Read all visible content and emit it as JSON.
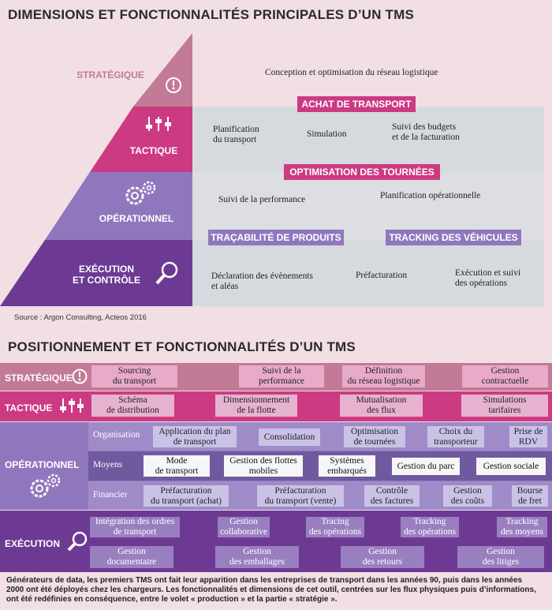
{
  "top": {
    "title": "DIMENSIONS ET FONCTIONNALITÉS PRINCIPALES D’UN TMS",
    "levels": {
      "strategique": "STRATÉGIQUE",
      "tactique": "TACTIQUE",
      "operationnel": "OPÉRATIONNEL",
      "execution_l1": "EXÉCUTION",
      "execution_l2": "ET CONTRÔLE"
    },
    "strategique_text": "Conception et optimisation du réseau logistique",
    "banner_achat": "ACHAT DE TRANSPORT",
    "tactique_items": [
      {
        "l1": "Planification",
        "l2": "du transport"
      },
      {
        "l1": "Simulation",
        "l2": ""
      },
      {
        "l1": "Suivi des budgets",
        "l2": "et de la facturation"
      }
    ],
    "banner_optim": "OPTIMISATION DES TOURNÉES",
    "operationnel_items": [
      "Suivi de la performance",
      "Planification opérationnelle"
    ],
    "banner_traca": "TRAÇABILITÉ DE PRODUITS",
    "banner_tracking": "TRACKING DES VÉHICULES",
    "execution_items": [
      {
        "l1": "Déclaration des évènements",
        "l2": "et aléas"
      },
      {
        "l1": "Préfacturation",
        "l2": ""
      },
      {
        "l1": "Exécution et suivi",
        "l2": "des opérations"
      }
    ],
    "source": "Source : Argon Consulting, Acteos 2016"
  },
  "bottom": {
    "title": "POSITIONNEMENT ET FONCTIONNALITÉS D’UN TMS",
    "strategique": {
      "label": "STRATÉGIQUE",
      "boxes": [
        {
          "l1": "Sourcing",
          "l2": "du transport"
        },
        {
          "l1": "Suivi de la",
          "l2": "performance"
        },
        {
          "l1": "Définition",
          "l2": "du réseau logistique"
        },
        {
          "l1": "Gestion",
          "l2": "contractuelle"
        }
      ]
    },
    "tactique": {
      "label": "TACTIQUE",
      "boxes": [
        {
          "l1": "Schéma",
          "l2": "de distribution"
        },
        {
          "l1": "Dimensionnement",
          "l2": "de la flotte"
        },
        {
          "l1": "Mutualisation",
          "l2": "des flux"
        },
        {
          "l1": "Simulations",
          "l2": "tarifaires"
        }
      ]
    },
    "operationnel": {
      "label": "OPÉRATIONNEL",
      "organisation": {
        "label": "Organisation",
        "boxes": [
          {
            "l1": "Application du plan",
            "l2": "de transport"
          },
          {
            "l1": "Consolidation",
            "l2": ""
          },
          {
            "l1": "Optimisation",
            "l2": "de tournées"
          },
          {
            "l1": "Choix du",
            "l2": "transporteur"
          },
          {
            "l1": "Prise de",
            "l2": "RDV"
          }
        ]
      },
      "moyens": {
        "label": "Moyens",
        "boxes": [
          {
            "l1": "Mode",
            "l2": "de transport"
          },
          {
            "l1": "Gestion des flottes",
            "l2": "mobiles"
          },
          {
            "l1": "Systèmes",
            "l2": "embarqués"
          },
          {
            "l1": "Gestion du parc",
            "l2": ""
          },
          {
            "l1": "Gestion sociale",
            "l2": ""
          }
        ]
      },
      "financier": {
        "label": "Financier",
        "boxes": [
          {
            "l1": "Préfacturation",
            "l2": "du transport (achat)"
          },
          {
            "l1": "Préfacturation",
            "l2": "du transport (vente)"
          },
          {
            "l1": "Contrôle",
            "l2": "des factures"
          },
          {
            "l1": "Gestion",
            "l2": "des coûts"
          },
          {
            "l1": "Bourse",
            "l2": "de fret"
          }
        ]
      }
    },
    "execution": {
      "label": "EXÉCUTION",
      "row1": [
        {
          "l1": "Intégration des ordres",
          "l2": "de transport"
        },
        {
          "l1": "Gestion",
          "l2": "collaborative"
        },
        {
          "l1": "Tracing",
          "l2": "des opérations"
        },
        {
          "l1": "Tracking",
          "l2": "des opérations"
        },
        {
          "l1": "Tracking",
          "l2": "des moyens"
        }
      ],
      "row2": [
        {
          "l1": "Gestion",
          "l2": "documentaire"
        },
        {
          "l1": "Gestion",
          "l2": "des emballages"
        },
        {
          "l1": "Gestion",
          "l2": "des retours"
        },
        {
          "l1": "Gestion",
          "l2": "des litiges"
        }
      ]
    }
  },
  "footnote": {
    "line1": "Générateurs de data, les premiers TMS ont fait leur apparition dans les entreprises de transport dans les années 90, puis dans les années",
    "line2": "2000 ont été déployés chez les chargeurs. Les fonctionnalités et dimensions de cet outil, centrées sur les flux physiques puis d’informations,",
    "line3": "ont été redéfinies en conséquence, entre le volet « production » et la partie « stratégie »."
  },
  "colors": {
    "strategique": "#c27a96",
    "tactique": "#cc3a82",
    "operationnel": "#9077bd",
    "execution": "#6c3a93",
    "band": "#d6d9de"
  },
  "icons": [
    "clock-icon",
    "sliders-icon",
    "gears-icon",
    "magnifier-icon"
  ]
}
